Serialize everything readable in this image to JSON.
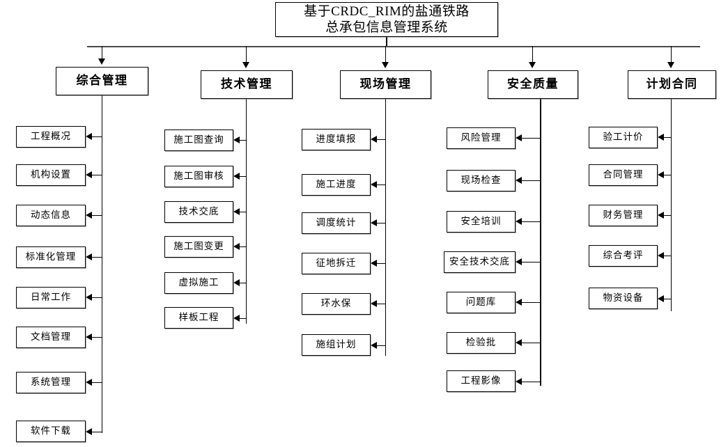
{
  "diagram": {
    "type": "organizational-tree",
    "orientation": "top-down",
    "root": {
      "label": "基于CRDC_RIM的盐通铁路\n总承包信息管理系统"
    },
    "branches": [
      {
        "label": "综合管理",
        "children": [
          {
            "label": "工程概况"
          },
          {
            "label": "机构设置"
          },
          {
            "label": "动态信息"
          },
          {
            "label": "标准化管理"
          },
          {
            "label": "日常工作"
          },
          {
            "label": "文档管理"
          },
          {
            "label": "系统管理"
          },
          {
            "label": "软件下载"
          }
        ]
      },
      {
        "label": "技术管理",
        "children": [
          {
            "label": "施工图查询"
          },
          {
            "label": "施工图审核"
          },
          {
            "label": "技术交底"
          },
          {
            "label": "施工图变更"
          },
          {
            "label": "虚拟施工"
          },
          {
            "label": "样板工程"
          }
        ]
      },
      {
        "label": "现场管理",
        "children": [
          {
            "label": "进度填报"
          },
          {
            "label": "施工进度"
          },
          {
            "label": "调度统计"
          },
          {
            "label": "征地拆迁"
          },
          {
            "label": "环水保"
          },
          {
            "label": "施组计划"
          }
        ]
      },
      {
        "label": "安全质量",
        "children": [
          {
            "label": "风险管理"
          },
          {
            "label": "现场检查"
          },
          {
            "label": "安全培训"
          },
          {
            "label": "安全技术交底"
          },
          {
            "label": "问题库"
          },
          {
            "label": "检验批"
          },
          {
            "label": "工程影像"
          }
        ]
      },
      {
        "label": "计划合同",
        "children": [
          {
            "label": "验工计价"
          },
          {
            "label": "合同管理"
          },
          {
            "label": "财务管理"
          },
          {
            "label": "综合考评"
          },
          {
            "label": "物资设备"
          }
        ]
      }
    ],
    "colors": {
      "background": "#ffffff",
      "box_border": "#000000",
      "text": "#000000",
      "connector": "#000000",
      "bus_line": "#4a4a4a"
    }
  }
}
